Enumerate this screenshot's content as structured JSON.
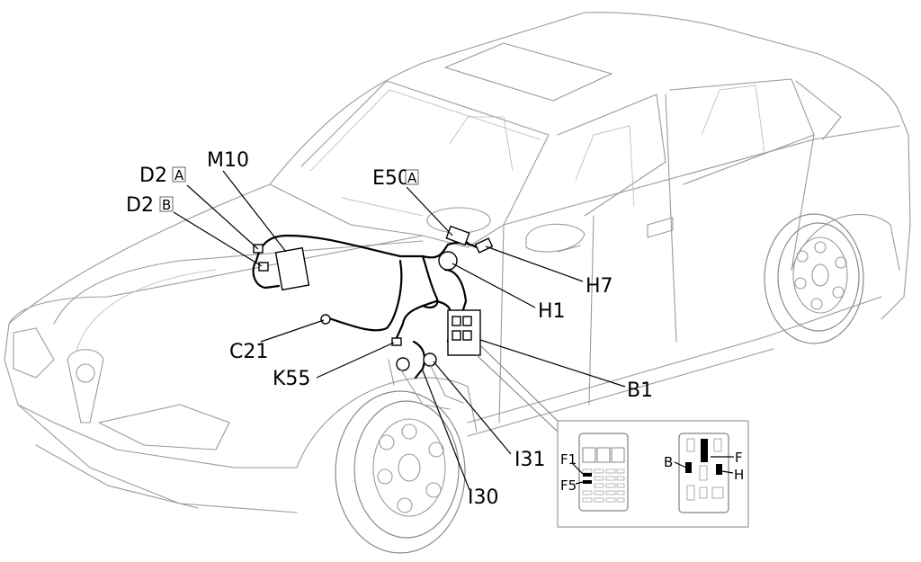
{
  "labels": {
    "d2a_main": "D2",
    "d2a_box": "A",
    "d2b_main": "D2",
    "d2b_box": "B",
    "m10": "M10",
    "e50_main": "E50",
    "e50_box": "A",
    "c21": "C21",
    "k55": "K55",
    "h7": "H7",
    "h1": "H1",
    "b1": "B1",
    "i31": "I31",
    "i30": "I30"
  },
  "inset": {
    "f1": "F1",
    "f5": "F5",
    "b": "B",
    "f": "F",
    "h": "H"
  }
}
